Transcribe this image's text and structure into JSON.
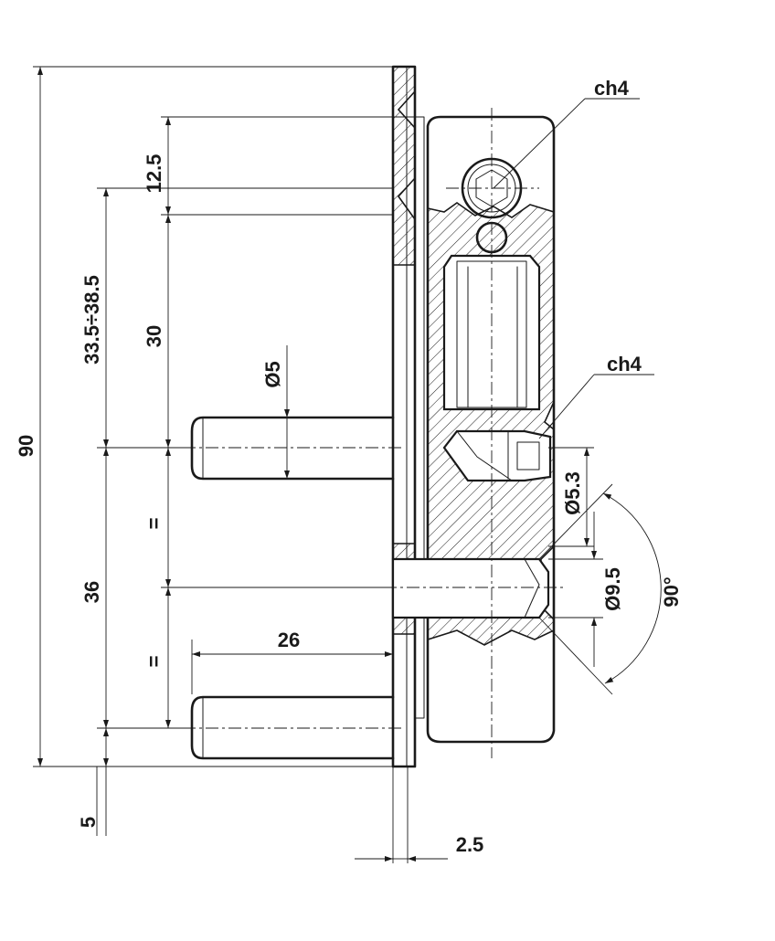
{
  "drawing": {
    "labels": {
      "ch4_top": "ch4",
      "ch4_mid": "ch4",
      "d12_5": "12.5",
      "d33": "33.5÷38.5",
      "d30": "30",
      "d5_dia": "Ø5",
      "d90": "90",
      "eq_upper": "=",
      "eq_lower": "=",
      "d36": "36",
      "d26": "26",
      "d5": "5",
      "d2_5": "2.5",
      "d5_3": "Ø5.3",
      "d9_5": "Ø9.5",
      "d90deg": "90°"
    }
  }
}
